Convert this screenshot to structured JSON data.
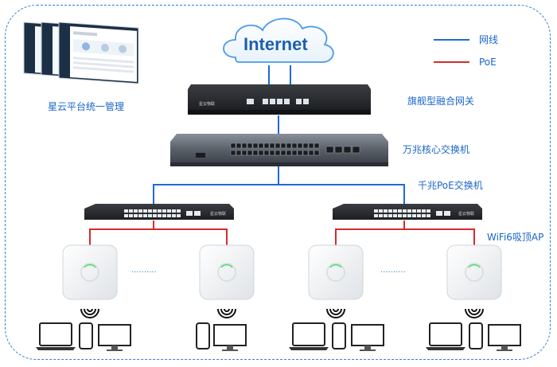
{
  "internet": {
    "label": "Internet"
  },
  "legend": {
    "network_line": "网线",
    "poe_line": "PoE",
    "network_color": "#1f6ad6",
    "poe_color": "#d62b2b"
  },
  "platform": {
    "label": "星云平台统一管理"
  },
  "gateway": {
    "label": "旗舰型融合网关",
    "brand": "星云物联"
  },
  "core_switch": {
    "label": "万兆核心交换机"
  },
  "poe_switch": {
    "label": "千兆PoE交换机",
    "brand": "星云物联"
  },
  "access_point": {
    "label": "WiFi6吸顶AP",
    "ellipsis": "··········"
  },
  "colors": {
    "frame": "#2f7fd8",
    "label": "#1a66c9",
    "poe": "#d62b2b",
    "net": "#1f6ad6"
  }
}
